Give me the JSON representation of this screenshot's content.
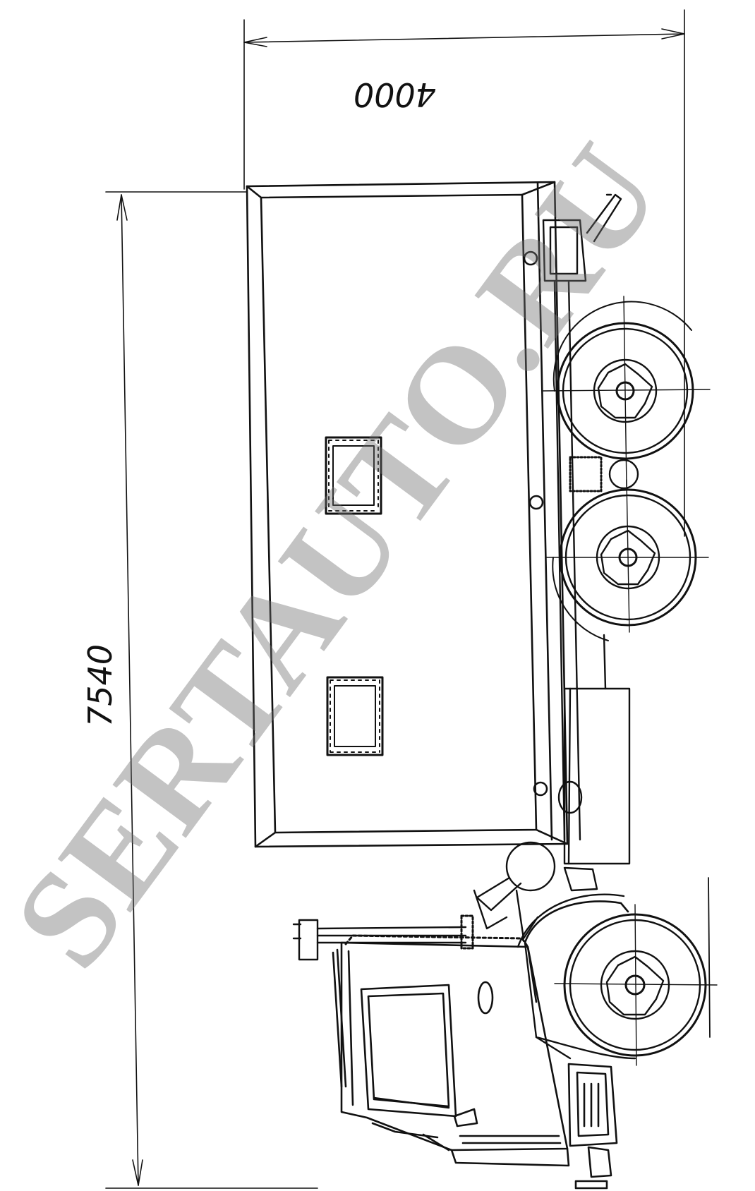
{
  "dimensions": {
    "width_label": "4000",
    "length_label": "7540"
  },
  "watermark": {
    "text": "SERTAUTO.RU",
    "color": "#6f6f6f"
  },
  "colors": {
    "line": "#111111",
    "background": "#ffffff"
  }
}
